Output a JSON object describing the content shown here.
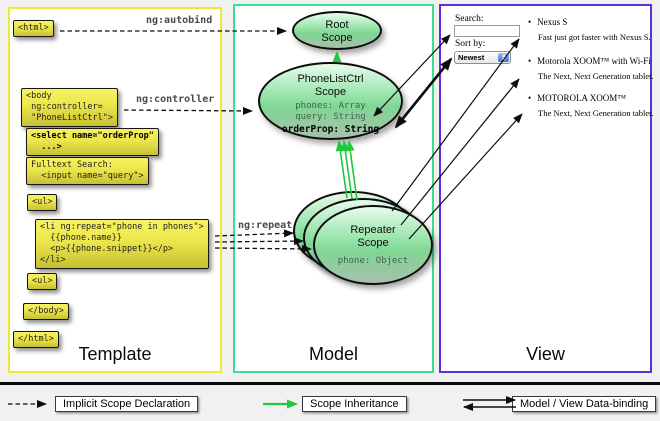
{
  "panels": {
    "template": {
      "label": "Template"
    },
    "model": {
      "label": "Model"
    },
    "view": {
      "label": "View"
    }
  },
  "directives": {
    "autobind": "ng:autobind",
    "controller": "ng:controller",
    "repeat": "ng:repeat"
  },
  "code": {
    "html_open": "<html>",
    "body_open": "<body\n ng:controller=\n \"PhoneListCtrl\">",
    "select": "<select name=\"orderProp\"\n  ...>",
    "fulltext": "Fulltext Search:\n  <input name=\"query\">",
    "ul_open": "<ul>",
    "li_repeat": "<li ng:repeat=\"phone in phones\">\n  {{phone.name}}\n  <p>{{phone.snippet}}</p>\n</li>",
    "ul_close": "<ul>",
    "body_close": "</body>",
    "html_close": "</html>"
  },
  "scopes": {
    "root": {
      "title": "Root\nScope"
    },
    "phonelist": {
      "title": "PhoneListCtrl\nScope",
      "props": "phones: Array\nquery: String",
      "bold_prop": "orderProp: String"
    },
    "repeater": {
      "title": "Repeater\nScope",
      "prop": "phone: Object"
    }
  },
  "view": {
    "search_label": "Search:",
    "sort_label": "Sort by:",
    "sort_value": "Newest",
    "bullet": "•",
    "items": [
      {
        "name": "Nexus S",
        "desc": "Fast just got faster with Nexus S."
      },
      {
        "name": "Motorola XOOM™ with Wi-Fi",
        "desc": "The Next, Next Generation tablet."
      },
      {
        "name": "MOTOROLA XOOM™",
        "desc": "The Next, Next Generation tablet."
      }
    ]
  },
  "legend": {
    "implicit": "Implicit Scope Declaration",
    "inheritance": "Scope Inheritance",
    "databinding": "Model / View Data-binding"
  },
  "colors": {
    "template_border": "#eeea2d",
    "model_border": "#3ddf92",
    "view_border": "#5c31d9",
    "scope_fill_green": "#7fd694",
    "code_box_yellow": "#ece64b",
    "inheritance_arrow_green": "#1fc93d",
    "arrow_black": "#0d0d0d"
  }
}
